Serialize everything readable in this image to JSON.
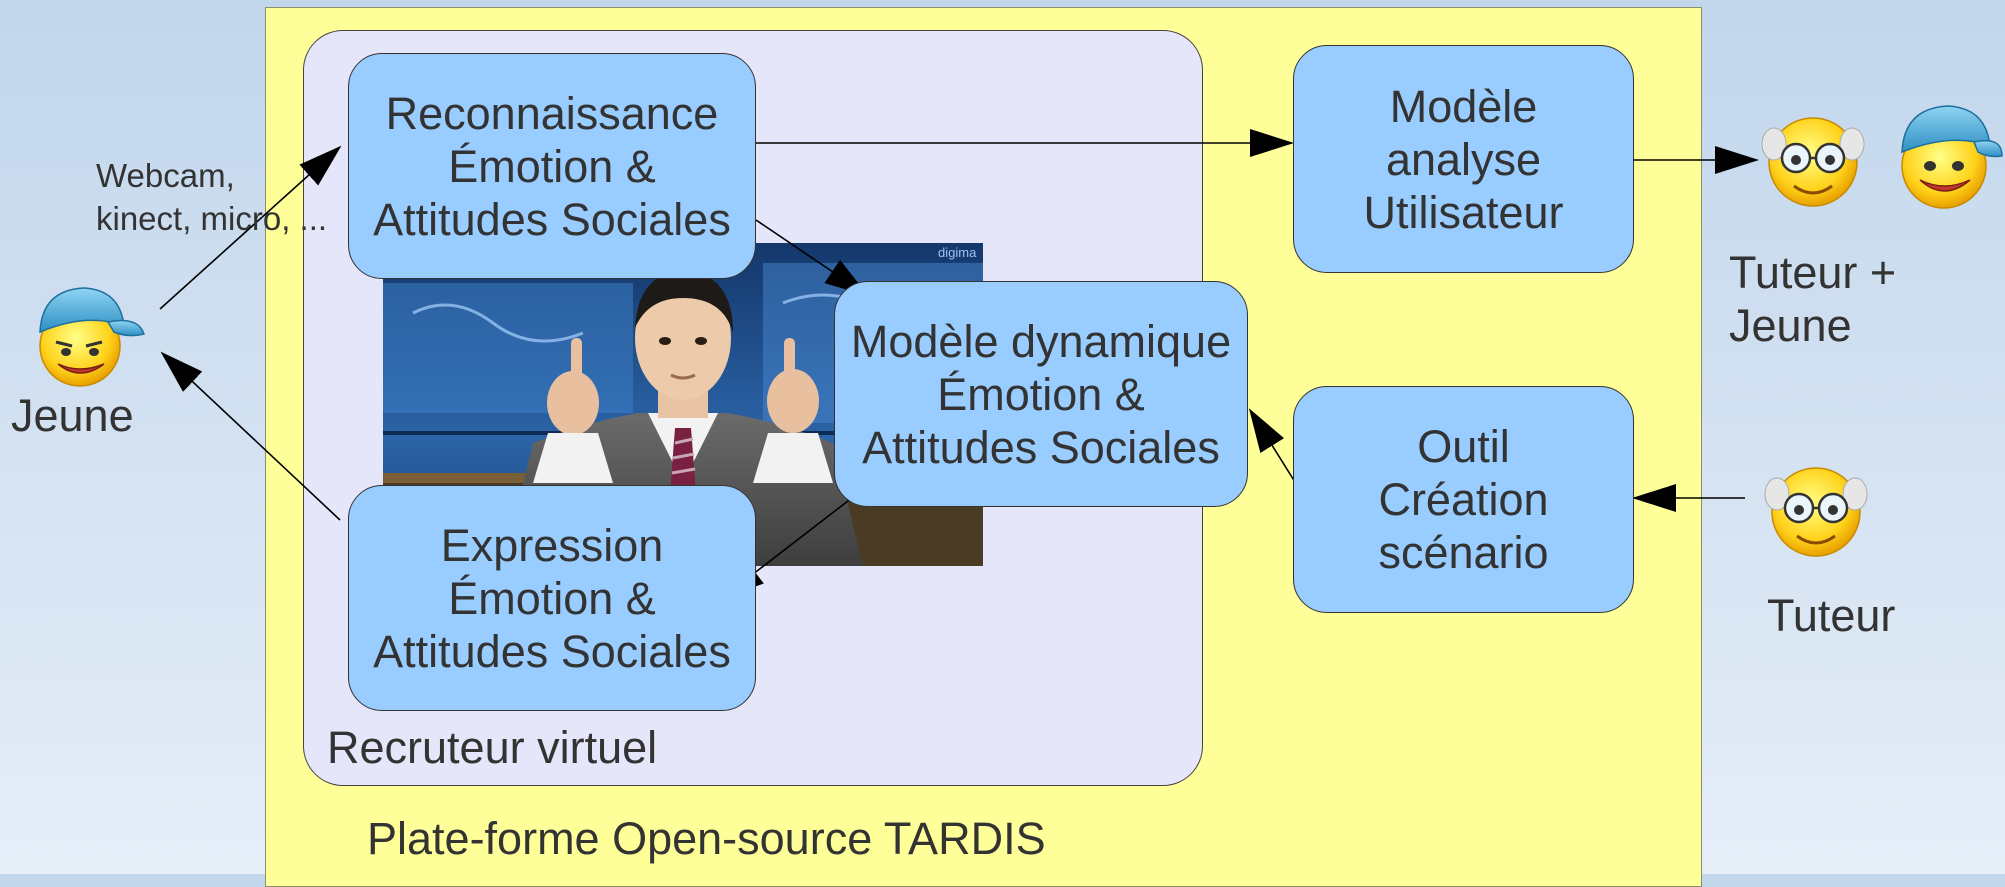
{
  "platform": {
    "label": "Plate-forme Open-source TARDIS"
  },
  "virtual_recruiter": {
    "label": "Recruteur virtuel"
  },
  "scene": {
    "watermark": "digima"
  },
  "boxes": {
    "recognition": [
      "Reconnaissance",
      "Émotion &",
      "Attitudes Sociales"
    ],
    "dynamic_model": [
      "Modèle dynamique",
      "Émotion &",
      "Attitudes Sociales"
    ],
    "expression": [
      "Expression",
      "Émotion &",
      "Attitudes Sociales"
    ],
    "user_analysis": [
      "Modèle",
      "analyse",
      "Utilisateur"
    ],
    "scenario_tool": [
      "Outil",
      "Création",
      "scénario"
    ]
  },
  "actors": {
    "jeune": "Jeune",
    "sensors": [
      "Webcam,",
      "kinect, micro, ..."
    ],
    "tutor_plus_youth": [
      "Tuteur +",
      "Jeune"
    ],
    "tutor": "Tuteur"
  },
  "colors": {
    "background": "#c8d9ed",
    "platform": "#ffff99",
    "virtual_recruiter": "#e6e6fa",
    "box": "#99ccff",
    "text": "#333333"
  },
  "icons": [
    "smiley-cap-icon",
    "smiley-tutor-icon"
  ]
}
